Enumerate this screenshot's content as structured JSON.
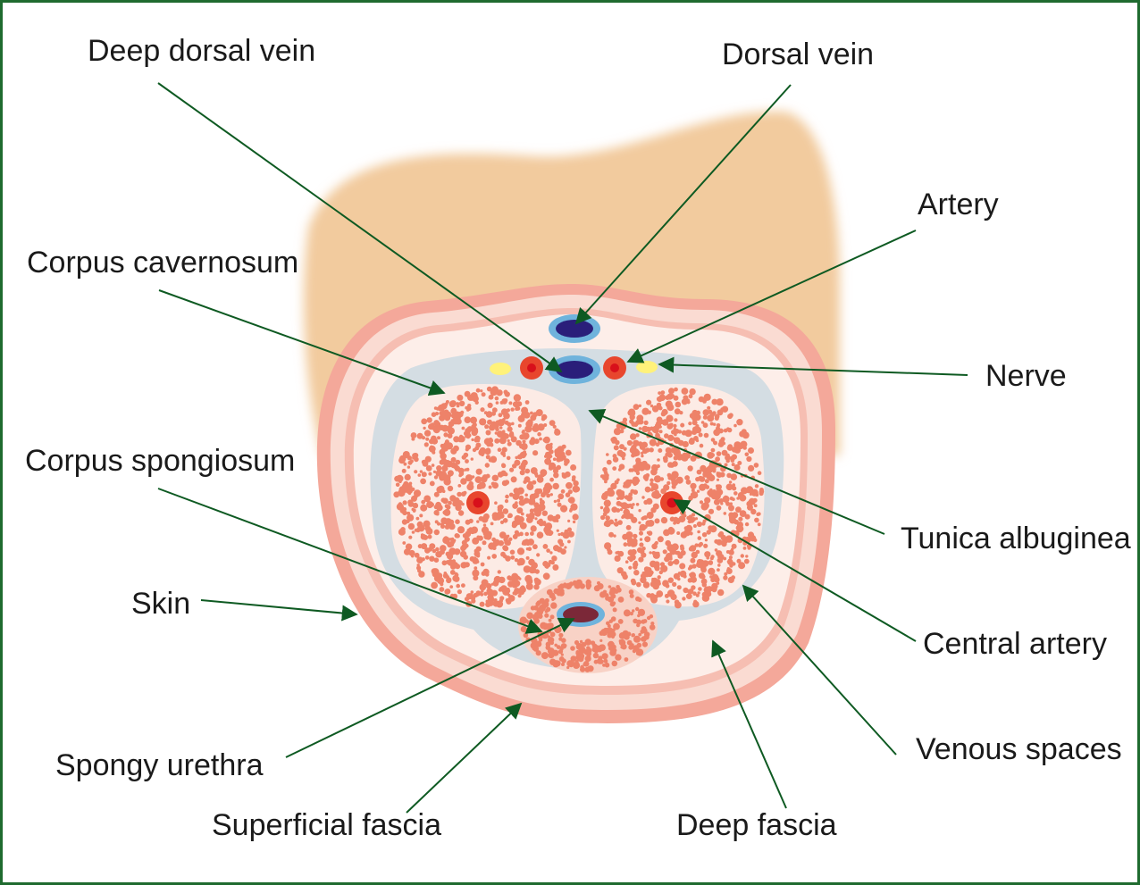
{
  "labels": {
    "deep_dorsal_vein": "Deep dorsal vein",
    "dorsal_vein": "Dorsal vein",
    "artery": "Artery",
    "corpus_cavernosum": "Corpus cavernosum",
    "nerve": "Nerve",
    "corpus_spongiosum": "Corpus spongiosum",
    "tunica_albuginea": "Tunica albuginea",
    "skin": "Skin",
    "central_artery": "Central artery",
    "spongy_urethra": "Spongy urethra",
    "venous_spaces": "Venous spaces",
    "superficial_fascia": "Superficial fascia",
    "deep_fascia": "Deep fascia"
  },
  "colors": {
    "frame": "#1f6b2f",
    "background_tissue": "#f2cb9e",
    "skin": "#f4a89a",
    "superficial_fascia": "#fadbd2",
    "deep_fascia": "#fdeee9",
    "tunica_albuginea": "#d4dde3",
    "erectile_tissue_base": "#fcebe5",
    "venous_spaces": "#ee8269",
    "artery": "#e8462d",
    "artery_core": "#d8101b",
    "vein": "#2a1e7a",
    "vein_ring": "#6fb3dc",
    "urethra": "#7b2838",
    "nerve": "#fff27a",
    "leader_line": "#0e5a22"
  }
}
